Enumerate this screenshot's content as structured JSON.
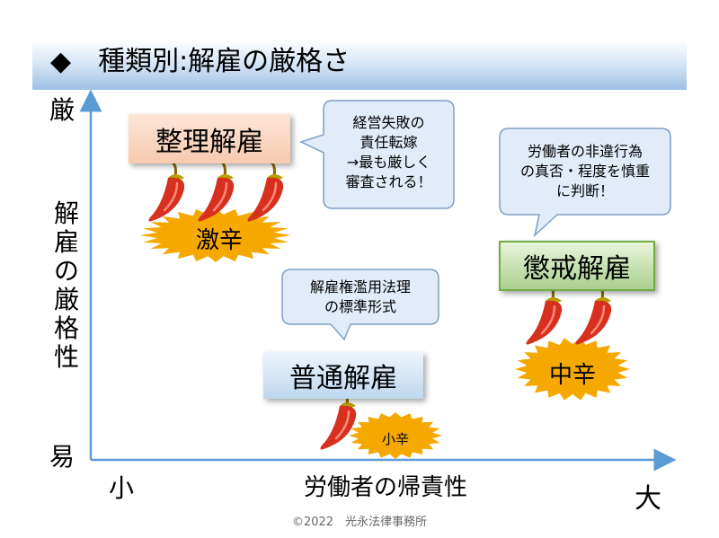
{
  "title": "◆　種類別:解雇の厳格さ",
  "axes": {
    "y_top": "厳",
    "y_bottom": "易",
    "y_label": "解雇の厳格性",
    "x_left": "小",
    "x_right": "大",
    "x_label": "労働者の帰責性"
  },
  "items": {
    "severe": {
      "label": "整理解雇",
      "spice": "激辛",
      "chili_count": 3,
      "note_lines": [
        "経営失敗の",
        "責任転嫁",
        "→最も厳しく",
        "審査される！"
      ]
    },
    "discipline": {
      "label": "懲戒解雇",
      "spice": "中辛",
      "chili_count": 2,
      "note_lines": [
        "労働者の非違行為",
        "の真否・程度を慎重",
        "に判断！"
      ]
    },
    "normal": {
      "label": "普通解雇",
      "spice": "小辛",
      "chili_count": 1,
      "note_lines": [
        "解雇権濫用法理",
        "の標準形式"
      ]
    }
  },
  "copyright": "©2022　光永法律事務所",
  "colors": {
    "axis": "#5b9bd5",
    "burst": "#f5a800",
    "chili": "#d7301f",
    "stem": "#8a6a00",
    "bubble_fill": "#e2ecf8",
    "bubble_stroke": "#7f9fc4"
  }
}
